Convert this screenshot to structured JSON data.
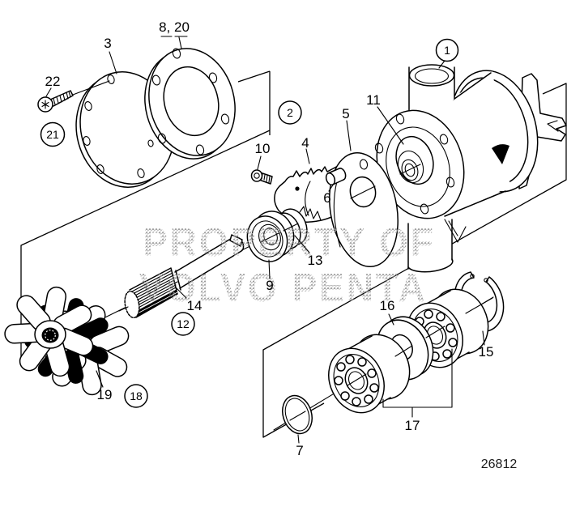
{
  "drawing_number": "26812",
  "watermark": {
    "line1": "PROPERTY OF",
    "line2": "VOLVO PENTA"
  },
  "callouts": {
    "plain": {
      "n3": "3",
      "n8_20": "8, 20",
      "n22": "22",
      "n10": "10",
      "n4": "4",
      "n5": "5",
      "n6": "6",
      "n11": "11",
      "n9": "9",
      "n13": "13",
      "n14": "14",
      "n19": "19",
      "n7": "7",
      "n15": "15",
      "n16": "16",
      "n17": "17"
    },
    "circled": {
      "c1": "1",
      "c2": "2",
      "c12": "12",
      "c18": "18",
      "c21": "21"
    }
  },
  "colors": {
    "line": "#000000",
    "watermark_dot": "#8e8e8e",
    "background": "#ffffff"
  }
}
